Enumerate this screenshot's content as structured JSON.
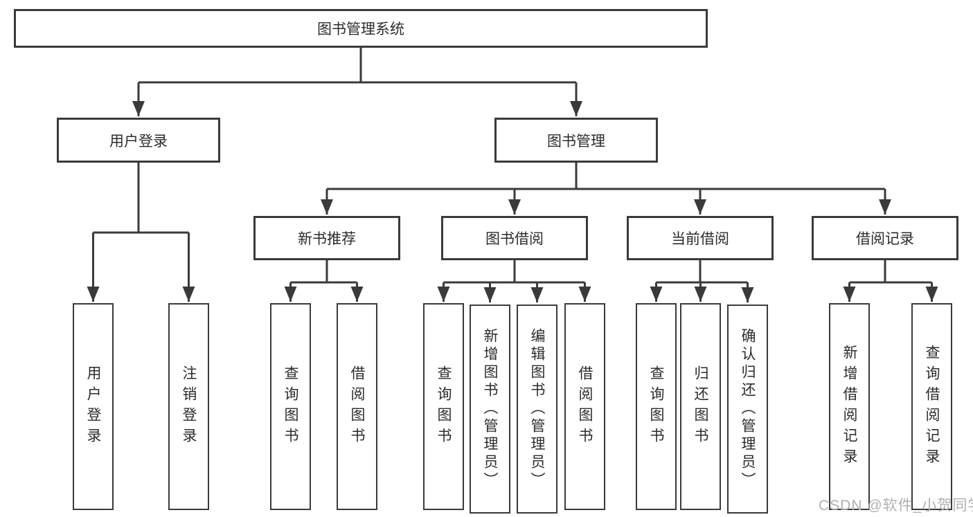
{
  "tree": {
    "root": {
      "label": "图书管理系统"
    },
    "user_login": {
      "label": "用户登录",
      "children": [
        {
          "label": "用户登录"
        },
        {
          "label": "注销登录"
        }
      ]
    },
    "book_management": {
      "label": "图书管理",
      "groups": [
        {
          "label": "新书推荐",
          "children": [
            {
              "label": "查询图书"
            },
            {
              "label": "借阅图书"
            }
          ]
        },
        {
          "label": "图书借阅",
          "children": [
            {
              "label": "查询图书"
            },
            {
              "label": "新增图书（管理员）"
            },
            {
              "label": "编辑图书（管理员）"
            },
            {
              "label": "借阅图书"
            }
          ]
        },
        {
          "label": "当前借阅",
          "children": [
            {
              "label": "查询图书"
            },
            {
              "label": "归还图书"
            },
            {
              "label": "确认归还（管理员）"
            }
          ]
        },
        {
          "label": "借阅记录",
          "children": [
            {
              "label": "新增借阅记录"
            },
            {
              "label": "查询借阅记录"
            }
          ]
        }
      ]
    }
  },
  "watermark": {
    "text": "CSDN @软件_小贺同学"
  },
  "colors": {
    "line": "#3a3a3a",
    "box_border": "#3a3a3a",
    "text": "#2b2b2b",
    "watermark_text": "#b0b0b0",
    "background": "#ffffff"
  }
}
